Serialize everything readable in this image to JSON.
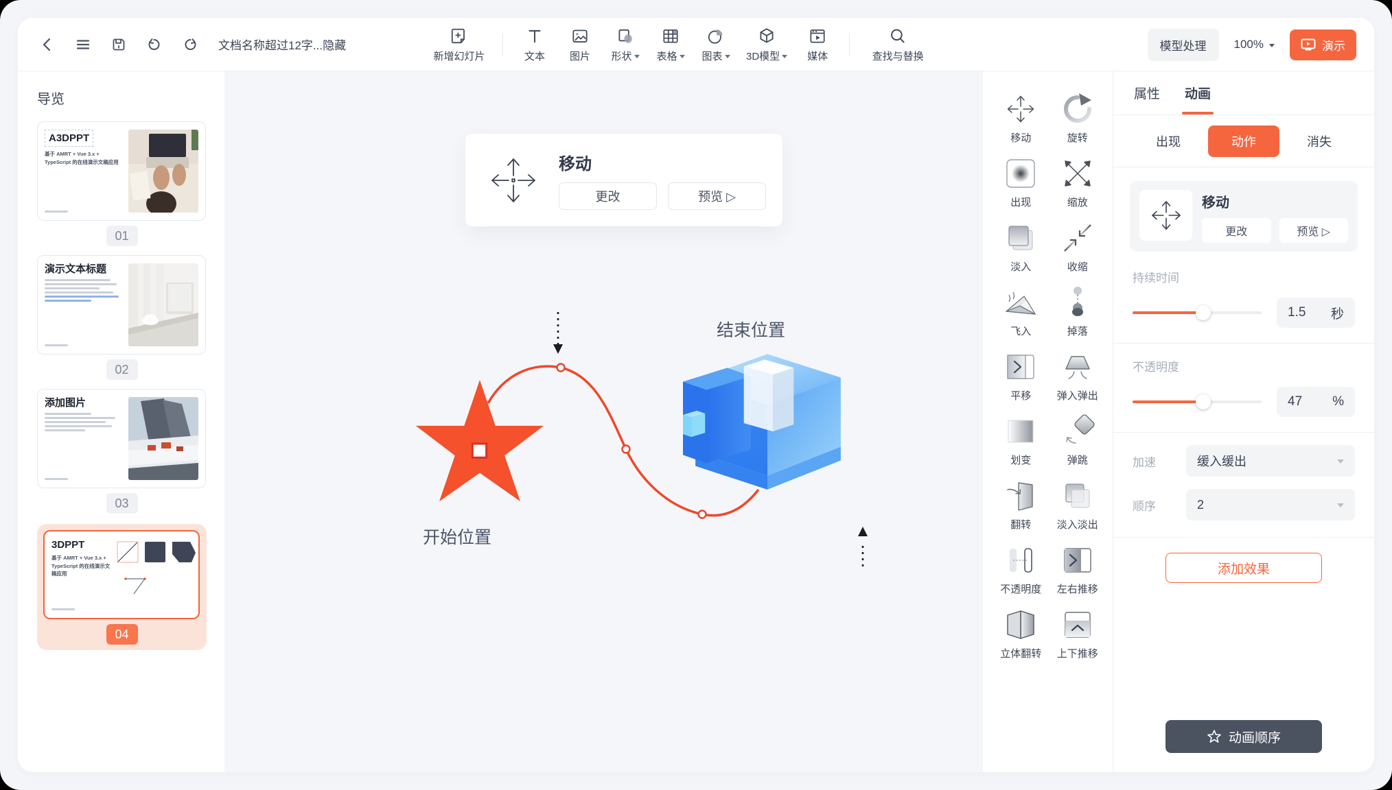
{
  "topbar": {
    "title": "文档名称超过12字...隐藏",
    "model_button": "模型处理",
    "zoom_level": "100%",
    "present_button": "演示",
    "tools": [
      {
        "label": "新增幻灯片",
        "icon": "add-slide-icon"
      },
      {
        "label": "文本",
        "icon": "text-icon"
      },
      {
        "label": "图片",
        "icon": "image-icon"
      },
      {
        "label": "形状",
        "icon": "shape-icon"
      },
      {
        "label": "表格",
        "icon": "table-icon"
      },
      {
        "label": "图表",
        "icon": "chart-icon"
      },
      {
        "label": "3D模型",
        "icon": "cube-3d-icon"
      },
      {
        "label": "媒体",
        "icon": "media-icon"
      },
      {
        "label": "查找与替换",
        "icon": "search-icon"
      }
    ]
  },
  "sidebar": {
    "title": "导览",
    "slides": [
      {
        "number": "01",
        "title": "A3DPPT",
        "subtitle": "基于 AMRT + Vue 3.x + TypeScript 的在线演示文稿应用",
        "selected": false
      },
      {
        "number": "02",
        "title": "演示文本标题",
        "selected": false
      },
      {
        "number": "03",
        "title": "添加图片",
        "selected": false
      },
      {
        "number": "04",
        "title": "3DPPT",
        "subtitle": "基于 AMRT + Vue 3.x + TypeScript 的在线演示文稿应用",
        "selected": true
      }
    ]
  },
  "canvas": {
    "tooltip": {
      "title": "移动",
      "change_button": "更改",
      "preview_button": "预览 ▷"
    },
    "start_label": "开始位置",
    "end_label": "结束位置"
  },
  "effects": {
    "items": [
      {
        "label": "移动",
        "icon": "move-icon"
      },
      {
        "label": "旋转",
        "icon": "rotate-icon"
      },
      {
        "label": "出现",
        "icon": "appear-icon"
      },
      {
        "label": "缩放",
        "icon": "scale-icon"
      },
      {
        "label": "淡入",
        "icon": "fade-in-icon"
      },
      {
        "label": "收缩",
        "icon": "shrink-icon"
      },
      {
        "label": "飞入",
        "icon": "fly-in-icon"
      },
      {
        "label": "掉落",
        "icon": "drop-icon"
      },
      {
        "label": "平移",
        "icon": "pan-icon"
      },
      {
        "label": "弹入弹出",
        "icon": "bounce-in-out-icon"
      },
      {
        "label": "划变",
        "icon": "wipe-icon"
      },
      {
        "label": "弹跳",
        "icon": "bounce-icon"
      },
      {
        "label": "翻转",
        "icon": "flip-icon"
      },
      {
        "label": "淡入淡出",
        "icon": "fade-in-out-icon"
      },
      {
        "label": "不透明度",
        "icon": "opacity-icon"
      },
      {
        "label": "左右推移",
        "icon": "push-horizontal-icon"
      },
      {
        "label": "立体翻转",
        "icon": "flip-3d-icon"
      },
      {
        "label": "上下推移",
        "icon": "push-vertical-icon"
      }
    ]
  },
  "inspector": {
    "tabs": [
      {
        "label": "属性",
        "active": false
      },
      {
        "label": "动画",
        "active": true
      }
    ],
    "segments": [
      {
        "label": "出现",
        "active": false
      },
      {
        "label": "动作",
        "active": true
      },
      {
        "label": "消失",
        "active": false
      }
    ],
    "current_effect": {
      "title": "移动",
      "change_button": "更改",
      "preview_button": "预览 ▷"
    },
    "duration": {
      "label": "持续时间",
      "value": "1.5",
      "unit": "秒"
    },
    "opacity": {
      "label": "不透明度",
      "value": "47",
      "unit": "%"
    },
    "acceleration": {
      "label": "加速",
      "value": "缓入缓出"
    },
    "order": {
      "label": "顺序",
      "value": "2"
    },
    "add_effect_button": "添加效果",
    "animation_order_button": "动画顺序"
  },
  "colors": {
    "accent_orange": "#F5663F",
    "star_orange": "#F4512C",
    "path_orange": "#F0482A",
    "cube_blue": "#2F7DF0",
    "dark_button": "#4B5260",
    "canvas_background": "#F5F6FA"
  }
}
